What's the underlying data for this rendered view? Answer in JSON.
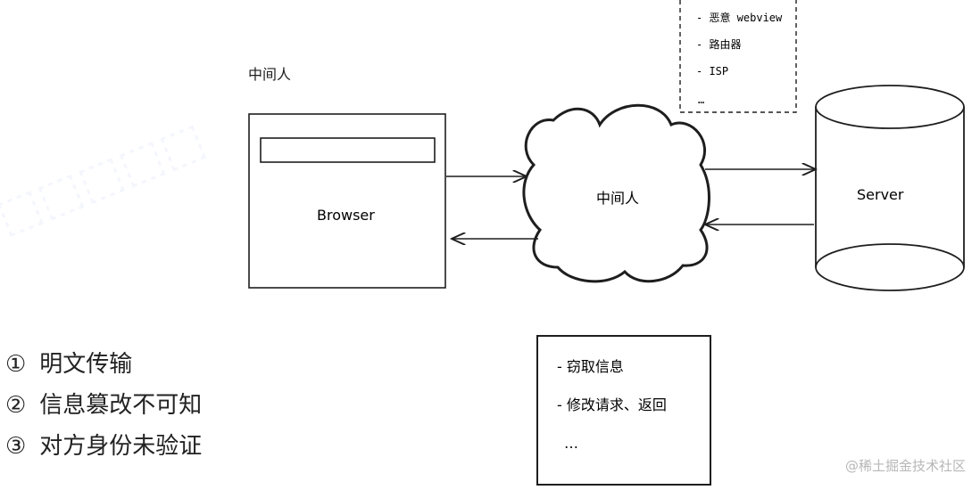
{
  "diagram": {
    "top_label": "中间人",
    "browser_label": "Browser",
    "cloud_label": "中间人",
    "server_label": "Server",
    "top_list": [
      "- 恶意 webview",
      "- 路由器",
      "- ISP",
      "…"
    ],
    "bottom_list": [
      "- 窃取信息",
      "- 修改请求、返回",
      "…"
    ]
  },
  "issues": [
    {
      "num": "①",
      "text": "明文传输"
    },
    {
      "num": "②",
      "text": "信息篡改不可知"
    },
    {
      "num": "③",
      "text": "对方身份未验证"
    }
  ],
  "watermark": "@稀土掘金技术社区",
  "colors": {
    "stroke": "#1e1e1e",
    "text": "#222222",
    "watermark": "#b7b7b7"
  }
}
